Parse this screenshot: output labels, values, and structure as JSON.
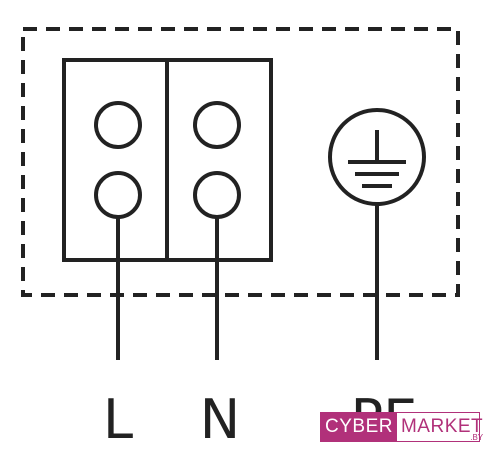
{
  "labels": {
    "line": "L",
    "neutral": "N",
    "earth": "PE"
  },
  "watermark": {
    "part1": "CYBER",
    "part2": "MARKET",
    "sub": ".BY"
  },
  "colors": {
    "stroke": "#222222",
    "brand": "#b1317a"
  }
}
